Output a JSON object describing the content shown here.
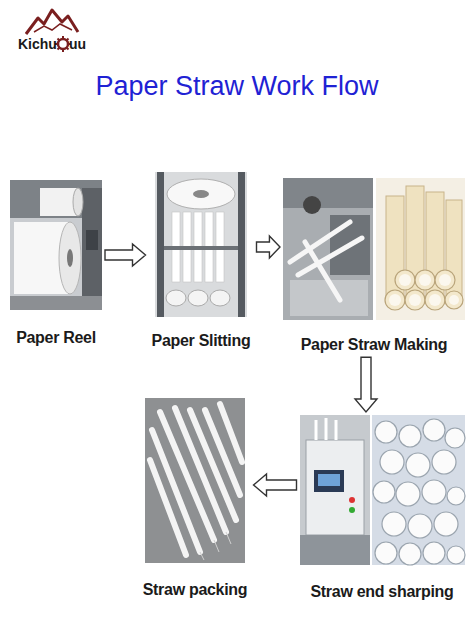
{
  "diagram": {
    "title": "Paper Straw Work Flow",
    "nodes": [
      {
        "text": [
          "Paper Reel"
        ]
      },
      {
        "text": [
          "Paper Slitting"
        ]
      },
      {
        "text": [
          "Paper Straw Making"
        ]
      },
      {
        "text": [
          "Straw end sharping"
        ]
      },
      {
        "text": [
          "Straw packing"
        ]
      }
    ],
    "edges": [
      {
        "from": 0,
        "to": 1,
        "arrow": "to"
      },
      {
        "from": 1,
        "to": 2,
        "arrow": "to"
      },
      {
        "from": 2,
        "to": 3,
        "arrow": "to"
      },
      {
        "from": 3,
        "to": 4,
        "arrow": "to"
      }
    ],
    "labels": [
      "Kichu",
      "uu"
    ]
  }
}
